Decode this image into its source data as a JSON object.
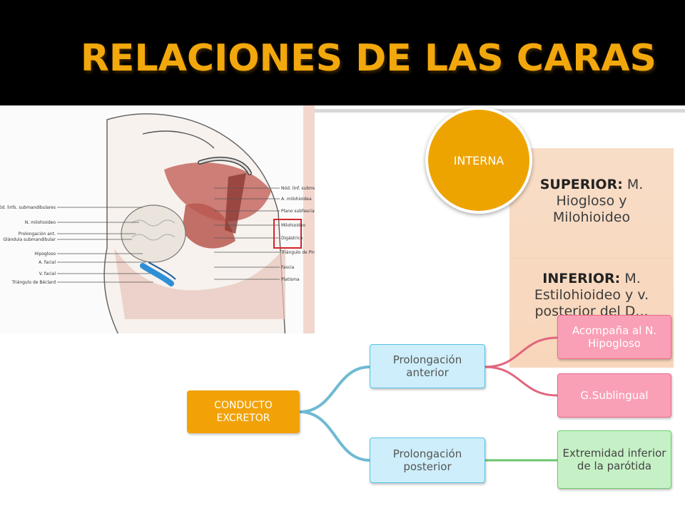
{
  "title": "RELACIONES DE LAS CARAS",
  "circle_label": "INTERNA",
  "panel": {
    "superior_label": "SUPERIOR:",
    "superior_text": "M. Hiogloso y Milohioideo",
    "inferior_label": "INFERIOR:",
    "inferior_text": "M. Estilohioideo y v. posterior del D..."
  },
  "illustration": {
    "left_labels": [
      "Nód. linfs. submandibulares",
      "N. milohioideo",
      "Prolongación ant.",
      "Glándula submandibular",
      "Hipogloso",
      "A. facial",
      "V. facial",
      "Triángulo de Béclard"
    ],
    "right_labels": [
      "Nód. linf. submentoniano",
      "A. milohioidea",
      "Plano subfascial",
      "Milohioideo",
      "Digástrico",
      "Triángulo de Pirogoff",
      "Fascia",
      "Platisma"
    ]
  },
  "tree": {
    "root": "CONDUCTO EXCRETOR",
    "branch_anterior": "Prolongación anterior",
    "branch_posterior": "Prolongación posterior",
    "leaf_hipogloso": "Acompaña al N. Hipogloso",
    "leaf_sublingual": "G.Sublingual",
    "leaf_parotida": "Extremidad inferior de la parótida"
  },
  "colors": {
    "title": "#f2a80c",
    "accent_orange": "#eea400",
    "blue_node": "#cdeefa",
    "red_node": "#f9a0b6",
    "green_node": "#c6f1c6"
  }
}
